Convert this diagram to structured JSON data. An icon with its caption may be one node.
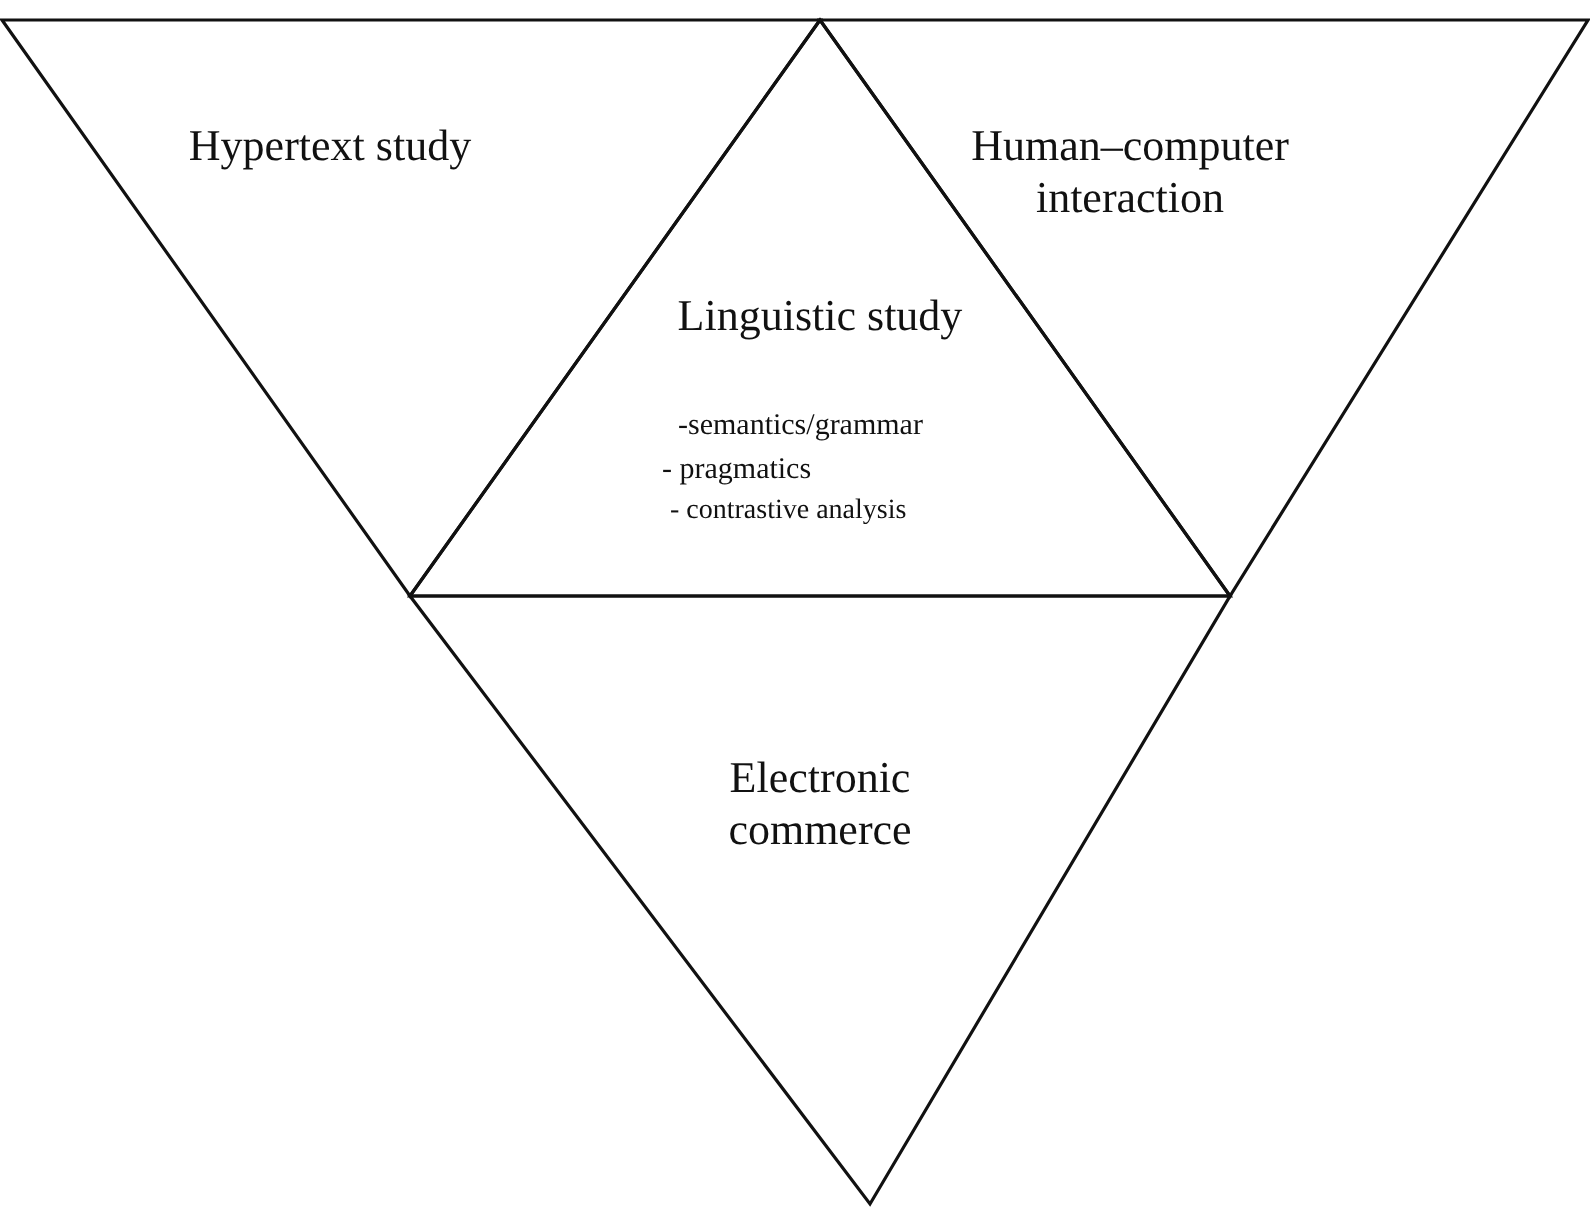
{
  "diagram": {
    "nodes": [
      {
        "text": [
          "Hypertext study"
        ]
      },
      {
        "text": [
          "Linguistic study",
          "-semantics/grammar",
          "- pragmatics",
          "- contrastive analysis"
        ]
      },
      {
        "text": [
          "Human–computer interaction"
        ]
      },
      {
        "text": [
          "Electronic commerce"
        ]
      }
    ]
  }
}
